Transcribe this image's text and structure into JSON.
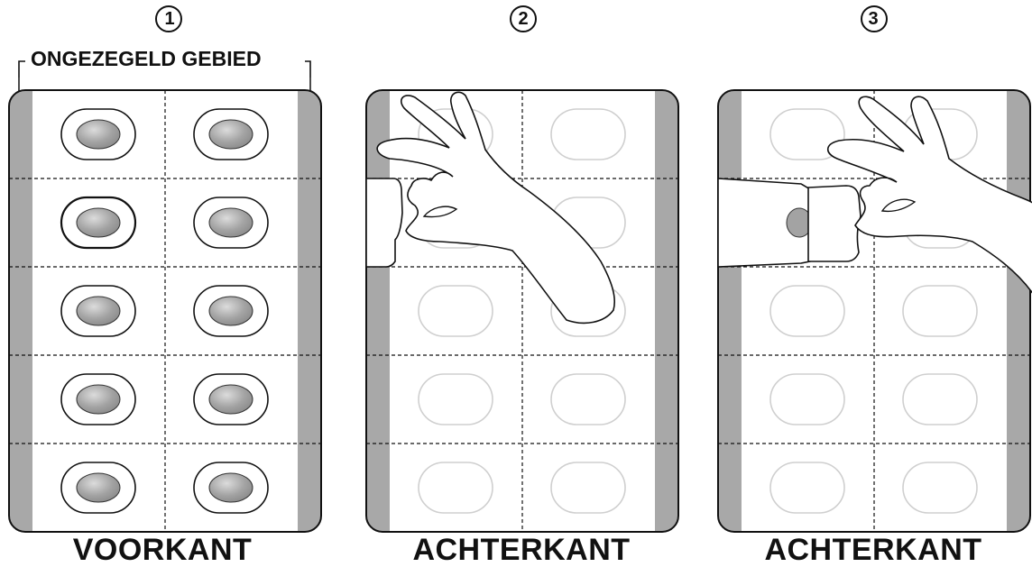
{
  "panels": [
    {
      "number": "1",
      "label": "VOORKANT",
      "unsealed_label": "ONGEZEGELD GEBIED"
    },
    {
      "number": "2",
      "label": "ACHTERKANT"
    },
    {
      "number": "3",
      "label": "ACHTERKANT"
    }
  ],
  "colors": {
    "outline": "#111111",
    "unsealed_strip": "#a8a8a8",
    "tablet": "#a3a3a3",
    "faint_pocket": "#cfcfcf"
  }
}
